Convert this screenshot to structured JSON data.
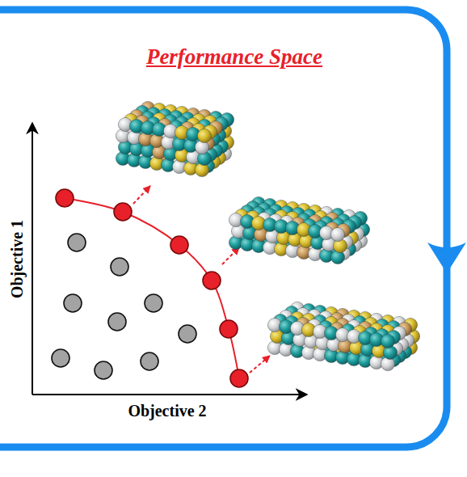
{
  "diagram": {
    "title": "Performance Space",
    "labels": [
      "Objective 1",
      "Objective 2"
    ]
  }
}
